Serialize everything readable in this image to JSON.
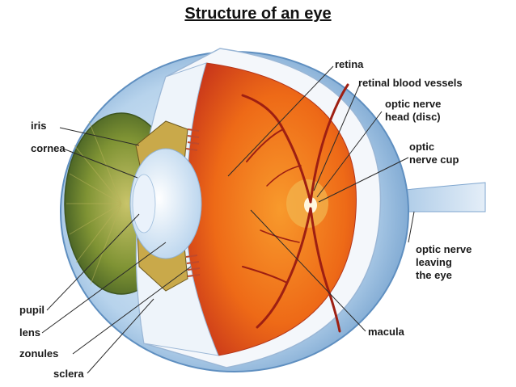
{
  "title": "Structure of an eye",
  "labels": {
    "retina": "retina",
    "retinal_blood_vessels": "retinal blood vessels",
    "optic_nerve_head_line1": "optic nerve",
    "optic_nerve_head_line2": "head (disc)",
    "optic_nerve_cup_line1": "optic",
    "optic_nerve_cup_line2": "nerve cup",
    "iris": "iris",
    "cornea": "cornea",
    "optic_nerve_leaving_line1": "optic nerve",
    "optic_nerve_leaving_line2": "leaving",
    "optic_nerve_leaving_line3": "the eye",
    "pupil": "pupil",
    "lens": "lens",
    "zonules": "zonules",
    "sclera": "sclera",
    "macula": "macula"
  },
  "colors": {
    "sclera_outer": "#a9c9e6",
    "sclera_inner": "#dbe9f6",
    "retina_orange": "#f07a1a",
    "retina_red": "#d7421b",
    "iris_green": "#7b8f2e",
    "lens_blue": "#cfe3f3",
    "vessel": "#a51e10",
    "optic_disc": "#f6d37a"
  }
}
